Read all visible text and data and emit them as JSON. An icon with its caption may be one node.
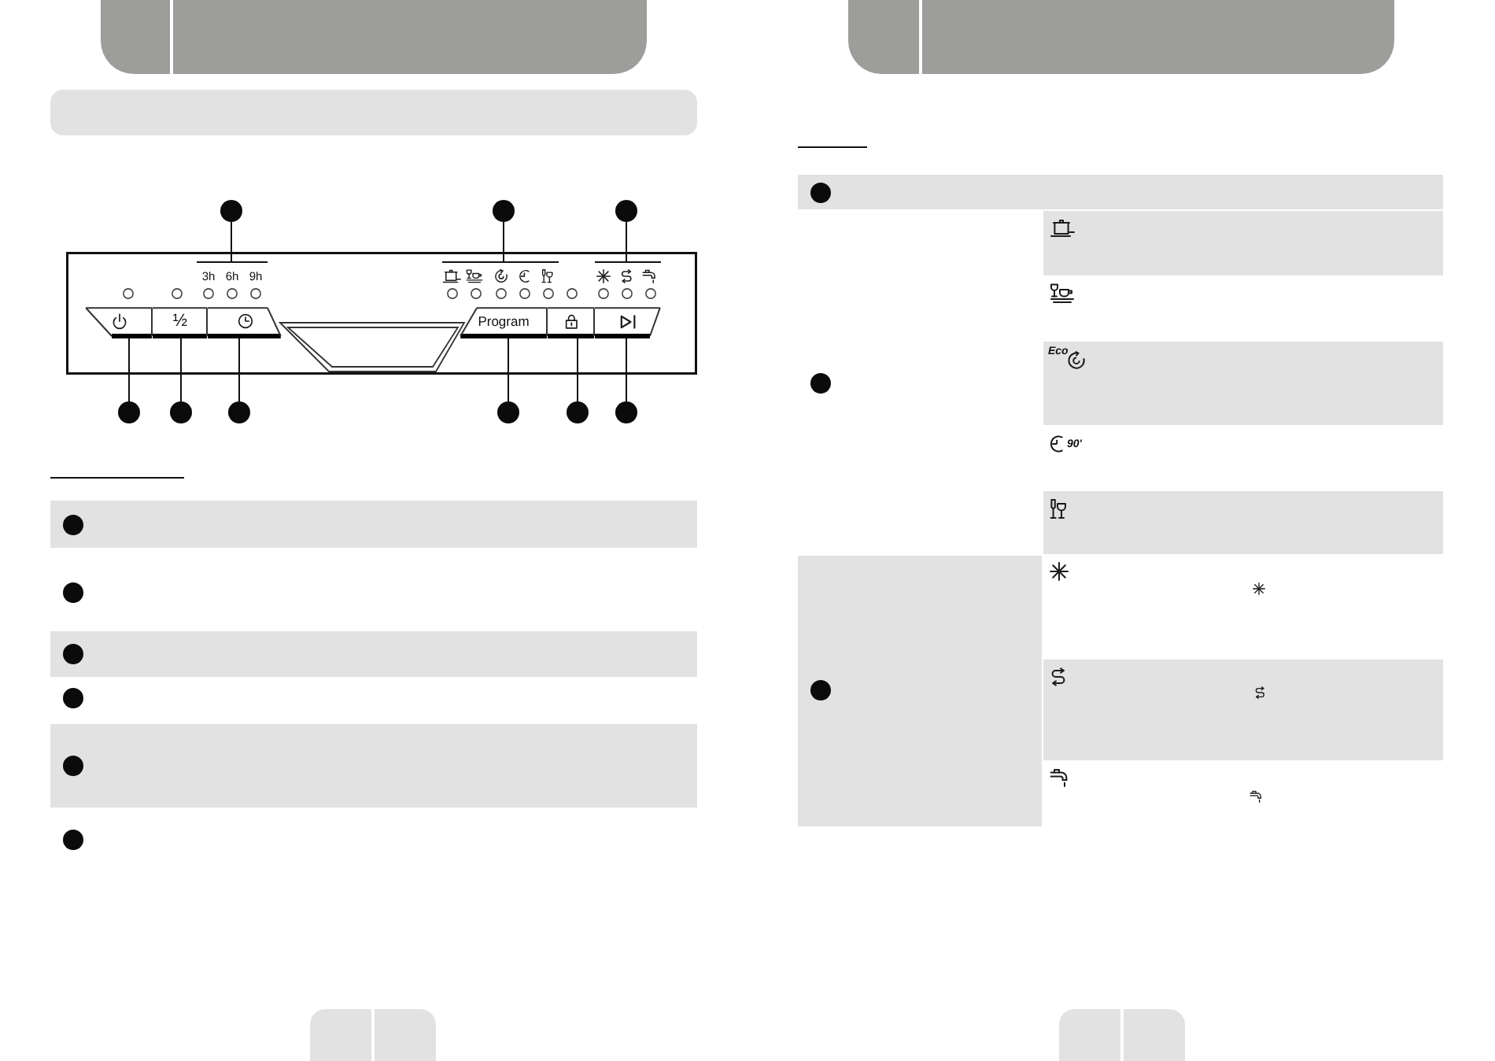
{
  "diagram": {
    "nodes": [
      {
        "text": [],
        "shape": "bar"
      },
      {
        "text": [],
        "shape": "circle"
      },
      {
        "text": [],
        "shape": "circle"
      },
      {
        "text": [],
        "shape": "circle"
      },
      {
        "text": [],
        "shape": "box"
      },
      {
        "text": [
          "3h",
          "6h",
          "9h"
        ],
        "in": 4
      },
      {
        "text": [],
        "shape": "picture",
        "in": 4
      },
      {
        "text": [],
        "shape": "picture",
        "in": 4
      },
      {
        "text": [],
        "shape": "box",
        "in": 4
      },
      {
        "text": [
          "½"
        ],
        "in": 4
      },
      {
        "text": [],
        "shape": "box",
        "in": 4
      },
      {
        "text": [
          "Program"
        ],
        "in": 4
      },
      {
        "text": [],
        "shape": "box",
        "in": 4
      },
      {
        "text": [],
        "shape": "box",
        "in": 4
      },
      {
        "text": [],
        "shape": "circle"
      },
      {
        "text": [],
        "shape": "circle"
      },
      {
        "text": [],
        "shape": "circle"
      },
      {
        "text": [],
        "shape": "circle"
      },
      {
        "text": [],
        "shape": "circle"
      },
      {
        "text": [],
        "shape": "circle"
      },
      {
        "text": [],
        "shape": "box"
      },
      {
        "text": [],
        "shape": "circle",
        "in": 20
      },
      {
        "text": [],
        "shape": "circle"
      },
      {
        "text": [],
        "shape": "box"
      },
      {
        "text": [],
        "shape": "circle",
        "in": 23
      },
      {
        "text": [],
        "shape": "circle"
      },
      {
        "text": [],
        "shape": "box"
      },
      {
        "text": [],
        "shape": "circle",
        "in": 26
      },
      {
        "text": [],
        "shape": "circle"
      },
      {
        "text": [],
        "shape": "box"
      },
      {
        "text": [],
        "shape": "circle",
        "in": 29
      },
      {
        "text": [],
        "shape": "circle"
      },
      {
        "text": [],
        "shape": "box"
      },
      {
        "text": [],
        "shape": "box"
      },
      {
        "text": [],
        "shape": "box"
      },
      {
        "text": [],
        "shape": "box"
      },
      {
        "text": [],
        "shape": "circle",
        "in": 35
      },
      {
        "text": [],
        "shape": "box"
      }
    ],
    "edges": [
      {
        "from": 1,
        "to": 5,
        "arrow": "none"
      },
      {
        "from": 2,
        "to": 6,
        "arrow": "none"
      },
      {
        "from": 3,
        "to": 7,
        "arrow": "none"
      },
      {
        "from": 14,
        "to": 8,
        "arrow": "none"
      },
      {
        "from": 15,
        "to": 9,
        "arrow": "none"
      },
      {
        "from": 16,
        "to": 10,
        "arrow": "none"
      },
      {
        "from": 17,
        "to": 11,
        "arrow": "none"
      },
      {
        "from": 18,
        "to": 12,
        "arrow": "none"
      },
      {
        "from": 19,
        "to": 13,
        "arrow": "none"
      }
    ],
    "labels": [
      "Eco",
      "90'"
    ]
  }
}
